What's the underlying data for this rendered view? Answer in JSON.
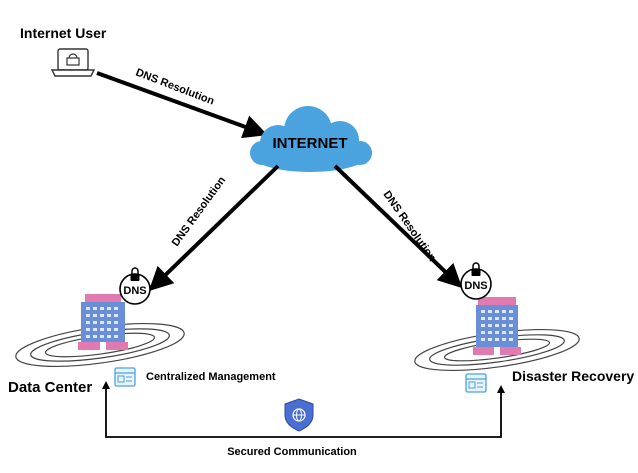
{
  "labels": {
    "internet_user": "Internet User",
    "internet": "INTERNET",
    "data_center": "Data Center",
    "disaster_recovery": "Disaster Recovery",
    "centralized_management": "Centralized Management",
    "secured_communication": "Secured Communication"
  },
  "edges": {
    "user_to_internet": "DNS Resolution",
    "internet_to_datacenter": "DNS Resolution",
    "internet_to_recovery": "DNS Resolution"
  },
  "dns_badges": {
    "datacenter": "DNS",
    "recovery": "DNS"
  },
  "icons": {
    "user": "laptop-icon",
    "cloud": "cloud-icon",
    "building": "office-building-icon",
    "lock": "padlock-icon",
    "management": "dashboard-window-icon",
    "shield": "shield-globe-icon"
  },
  "colors": {
    "cloud": "#4aa3df",
    "building_blue": "#6b8fd6",
    "building_pink": "#e07ab0",
    "arrow": "#000000",
    "connector": "#000000"
  }
}
